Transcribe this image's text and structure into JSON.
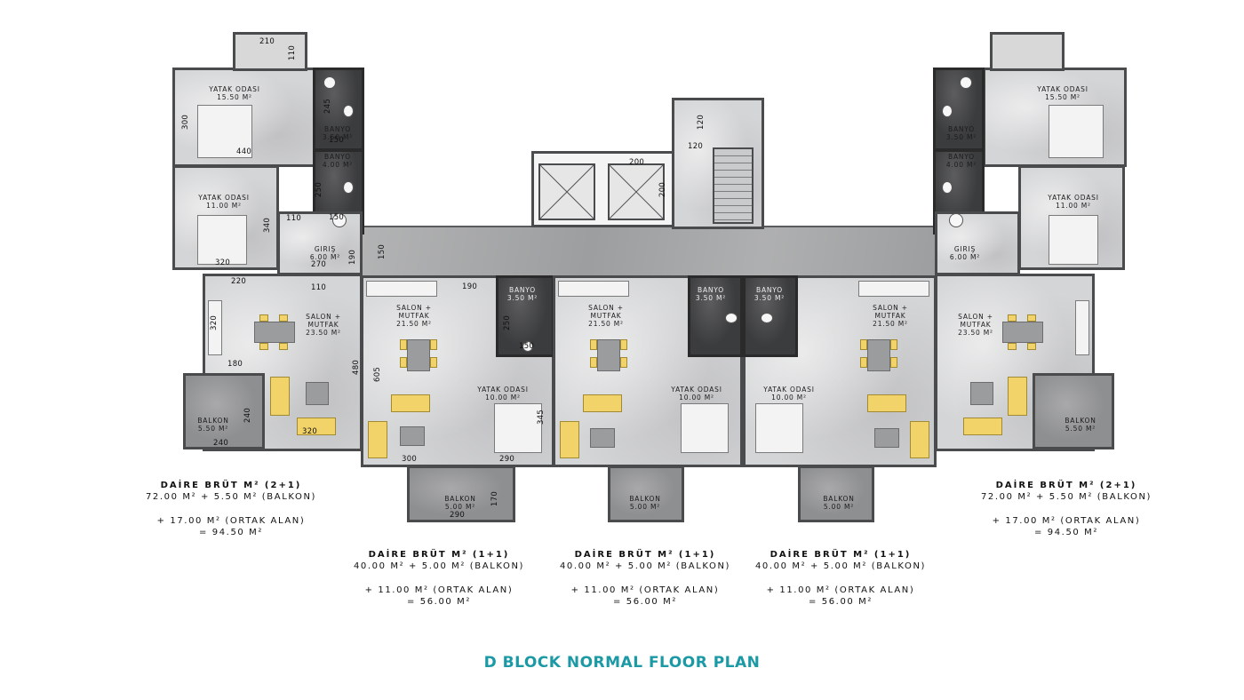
{
  "title": "D BLOCK NORMAL FLOOR PLAN",
  "colors": {
    "title": "#1b9aa6",
    "wall": "#4a4b4d",
    "marble_light": "#d4d5d6",
    "marble_dark": "#3b3c3e",
    "sofa": "#f2d36a"
  },
  "rooms": {
    "left_yatak1": [
      "YATAK ODASI",
      "15.50 M²"
    ],
    "left_banyo1": [
      "BANYO",
      "3.50 M²"
    ],
    "left_banyo2": [
      "BANYO",
      "4.00 M²"
    ],
    "left_yatak2": [
      "YATAK ODASI",
      "11.00 M²"
    ],
    "left_giris": [
      "GIRIŞ",
      "6.00 M²"
    ],
    "left_salon": [
      "SALON +",
      "MUTFAK",
      "23.50 M²"
    ],
    "left_balkon": [
      "BALKON",
      "5.50 M²"
    ],
    "u2_salon": [
      "SALON +",
      "MUTFAK",
      "21.50 M²"
    ],
    "u2_banyo": [
      "BANYO",
      "3.50 M²"
    ],
    "u2_yatak": [
      "YATAK ODASI",
      "10.00 M²"
    ],
    "u2_balkon": [
      "BALKON",
      "5.00 M²"
    ],
    "u3_salon": [
      "SALON +",
      "MUTFAK",
      "21.50 M²"
    ],
    "u3_banyo": [
      "BANYO",
      "3.50 M²"
    ],
    "u3_yatak": [
      "YATAK ODASI",
      "10.00 M²"
    ],
    "u3_balkon": [
      "BALKON",
      "5.00 M²"
    ],
    "u4_banyo": [
      "BANYO",
      "3.50 M²"
    ],
    "u4_yatak": [
      "YATAK ODASI",
      "10.00 M²"
    ],
    "u4_salon": [
      "SALON +",
      "MUTFAK",
      "21.50 M²"
    ],
    "u4_balkon": [
      "BALKON",
      "5.00 M²"
    ],
    "right_yatak1": [
      "YATAK ODASI",
      "15.50 M²"
    ],
    "right_banyo1": [
      "BANYO",
      "3.50 M²"
    ],
    "right_banyo2": [
      "BANYO",
      "4.00 M²"
    ],
    "right_yatak2": [
      "YATAK ODASI",
      "11.00 M²"
    ],
    "right_giris": [
      "GIRIŞ",
      "6.00 M²"
    ],
    "right_salon": [
      "SALON +",
      "MUTFAK",
      "23.50 M²"
    ],
    "right_balkon": [
      "BALKON",
      "5.50 M²"
    ]
  },
  "dims": {
    "d210": "210",
    "d110a": "110",
    "d300": "300",
    "d440": "440",
    "d245": "245",
    "d150a": "150",
    "d250a": "250",
    "d110b": "110",
    "d340": "340",
    "d150b": "150",
    "d320a": "320",
    "d270": "270",
    "d190a": "190",
    "d150c": "150",
    "d220": "220",
    "d110c": "110",
    "d320b": "320",
    "d180": "180",
    "d240a": "240",
    "d240b": "240",
    "d320c": "320",
    "d480": "480",
    "d190b": "190",
    "d250b": "250",
    "d150d": "150",
    "d605": "605",
    "d345": "345",
    "d300b": "300",
    "d290a": "290",
    "d290b": "290",
    "d170": "170",
    "d120a": "120",
    "d120b": "120",
    "d200a": "200",
    "d200b": "200"
  },
  "summaries": {
    "left": [
      "DAİRE BRÜT M² (2+1)",
      "72.00 M² + 5.50 M² (BALKON)",
      "+ 17.00 M² (ORTAK ALAN)",
      "= 94.50 M²"
    ],
    "u2": [
      "DAİRE BRÜT M² (1+1)",
      "40.00 M² + 5.00 M² (BALKON)",
      "+ 11.00 M² (ORTAK ALAN)",
      "= 56.00 M²"
    ],
    "u3": [
      "DAİRE BRÜT M² (1+1)",
      "40.00 M² + 5.00 M² (BALKON)",
      "+ 11.00 M² (ORTAK ALAN)",
      "= 56.00 M²"
    ],
    "u4": [
      "DAİRE BRÜT M² (1+1)",
      "40.00 M² + 5.00 M² (BALKON)",
      "+ 11.00 M² (ORTAK ALAN)",
      "= 56.00 M²"
    ],
    "right": [
      "DAİRE BRÜT M² (2+1)",
      "72.00 M² + 5.50 M² (BALKON)",
      "+ 17.00 M² (ORTAK ALAN)",
      "= 94.50 M²"
    ]
  }
}
